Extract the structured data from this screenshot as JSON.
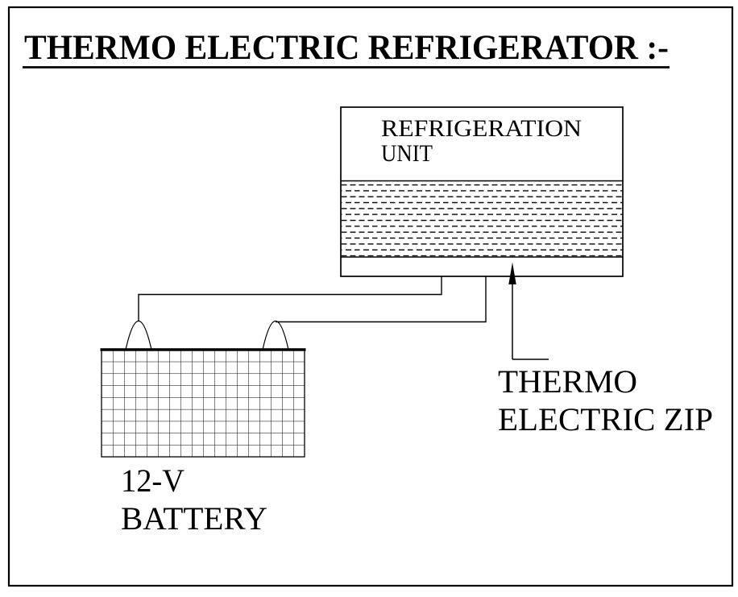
{
  "title": "THERMO ELECTRIC REFRIGERATOR :-",
  "refrigeration_unit": {
    "label_line1": "REFRIGERATION",
    "label_line2": "UNIT"
  },
  "battery": {
    "label_line1": "12-V",
    "label_line2": "BATTERY"
  },
  "thermo_zip": {
    "label_line1": "THERMO",
    "label_line2": "ELECTRIC ZIP"
  },
  "colors": {
    "ink": "#000000",
    "paper": "#ffffff"
  }
}
